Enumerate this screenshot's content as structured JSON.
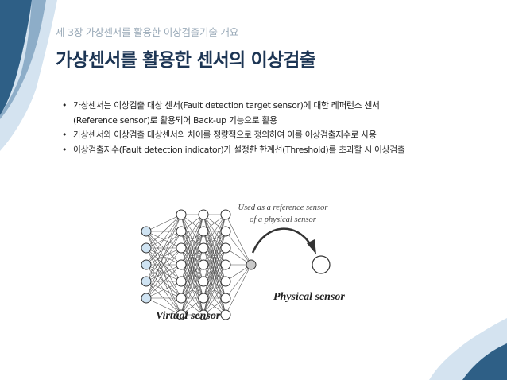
{
  "header": {
    "subtitle": "제 3장 가상센서를 활용한 이상검출기술 개요",
    "title": "가상센서를 활용한 센서의 이상검출"
  },
  "bullets": [
    {
      "line1": "가상센서는 이상검출 대상 센서(Fault detection target sensor)에 대한 레퍼런스 센서",
      "line2": "(Reference sensor)로 활용되어 Back-up 기능으로 활용"
    },
    {
      "line1": "가상센서와 이상검출 대상센서의 차이를 정량적으로 정의하여 이를 이상검출지수로 사용"
    },
    {
      "line1": "이상검출지수(Fault detection indicator)가 설정한 한계선(Threshold)를 초과할 시 이상검출"
    }
  ],
  "figure": {
    "reference_caption_line1": "Used as a reference sensor",
    "reference_caption_line2": "of a physical sensor",
    "physical_sensor_label": "Physical sensor",
    "virtual_sensor_label": "Virtual sensor",
    "network_layers": [
      5,
      7,
      7,
      7,
      1
    ]
  },
  "colors": {
    "title": "#1c3554",
    "subtitle": "#9aaab8",
    "input_node_fill": "#cfe3f2",
    "output_node_fill": "#c9c9c9",
    "decoration_dark": "#2e5f86",
    "decoration_light": "#bcd3e6"
  }
}
